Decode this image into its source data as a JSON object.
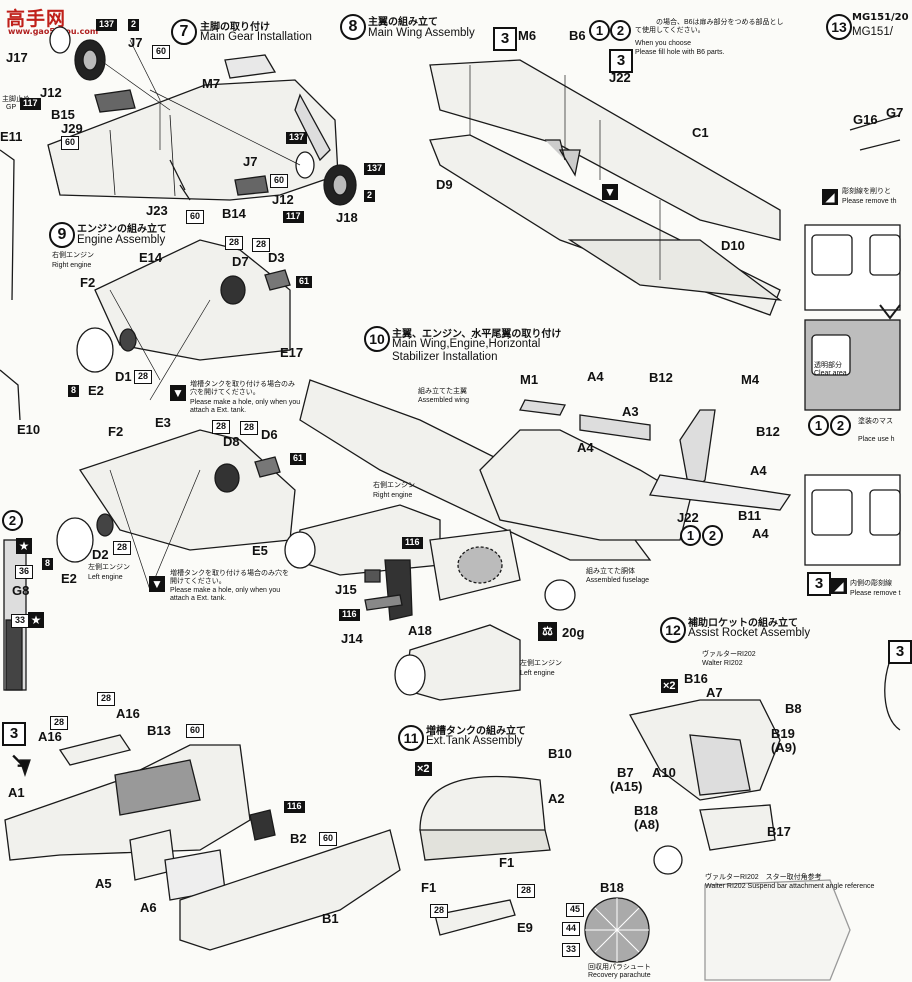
{
  "watermark": {
    "brand": "高手网",
    "site": "www.gao5shou.com"
  },
  "step7": {
    "num": "7",
    "jp": "主脚の取り付け",
    "en": "Main Gear Installation"
  },
  "step8": {
    "num": "8",
    "jp": "主翼の組み立て",
    "en": "Main Wing Assembly"
  },
  "step9": {
    "num": "9",
    "jp": "エンジンの組み立て",
    "en": "Engine Assembly"
  },
  "step10": {
    "num": "10",
    "jp": "主翼、エンジン、水平尾翼の取り付け",
    "en1": "Main Wing,Engine,Horizontal",
    "en2": "Stabilizer Installation"
  },
  "step11": {
    "num": "11",
    "jp": "増槽タンクの組み立て",
    "en": "Ext.Tank Assembly"
  },
  "step12": {
    "num": "12",
    "jp": "補助ロケットの組み立て",
    "en": "Assist Rocket Assembly"
  },
  "step13": {
    "num": "13",
    "jp": "MG151/20",
    "en": "MG151/"
  },
  "notes": {
    "fill_hole_jp": "　　　の場合、B6は扉み部分をつめる部品として使用してください。",
    "fill_hole_en1": "When you choose",
    "fill_hole_en2": "Please fill hole with B6 parts.",
    "tank_hole_jp": "増槽タンクを取り付ける場合のみ穴を開けてください。",
    "tank_hole_en1": "Please make a hole, only when you",
    "tank_hole_en2": "attach a Ext. tank.",
    "remove_en": "Please remove th",
    "clear_jp": "透明部分",
    "clear_en": "Clear area",
    "use_en": "Place use h",
    "inner_en": "Please remove t",
    "inner_jp": "内側の彫刻線",
    "paint_jp": "塗装のマス",
    "ad_jp": "彫刻線を削りと"
  },
  "labels": {
    "J17": "J17",
    "J12a": "J12",
    "J7a": "J7",
    "B15": "B15",
    "J29": "J29",
    "M7": "M7",
    "J7b": "J7",
    "J12b": "J12",
    "J23": "J23",
    "B14": "B14",
    "J18": "J18",
    "E11": "E11",
    "M6": "M6",
    "B6": "B6",
    "J22a": "J22",
    "C1": "C1",
    "D9": "D9",
    "D10": "D10",
    "F2a": "F2",
    "E14": "E14",
    "D7": "D7",
    "D3": "D3",
    "E17": "E17",
    "D1": "D1",
    "E2a": "E2",
    "F2b": "F2",
    "E3": "E3",
    "D8": "D8",
    "D6": "D6",
    "E5": "E5",
    "D2": "D2",
    "E2b": "E2",
    "E10": "E10",
    "G8": "G8",
    "M1": "M1",
    "A4a": "A4",
    "B12a": "B12",
    "M4": "M4",
    "A3": "A3",
    "A4b": "A4",
    "B12b": "B12",
    "A4c": "A4",
    "B11": "B11",
    "A4d": "A4",
    "J22b": "J22",
    "J15": "J15",
    "J14": "J14",
    "A18": "A18",
    "A16a": "A16",
    "A16b": "A16",
    "B13": "B13",
    "A1": "A1",
    "B2": "B2",
    "A5": "A5",
    "A6": "A6",
    "B1": "B1",
    "B10": "B10",
    "A2": "A2",
    "F1a": "F1",
    "F1b": "F1",
    "E9": "E9",
    "B18a": "B18",
    "B16": "B16",
    "A7": "A7",
    "B8": "B8",
    "B19": "B19",
    "A9": "(A9)",
    "B7": "B7",
    "A15": "(A15)",
    "A10": "A10",
    "B18b": "B18",
    "A8": "(A8)",
    "B17": "B17",
    "G16": "G16",
    "G7": "G7"
  },
  "small": {
    "right_engine_jp": "右側エンジン",
    "right_engine_en": "Right engine",
    "left_engine_jp": "左側エンジン",
    "left_engine_en": "Left engine",
    "assembled_wing_jp": "組み立てた主翼",
    "assembled_wing_en": "Assembled wing",
    "assembled_fuse_jp": "組み立てた胴体",
    "assembled_fuse_en": "Assembled fuselage",
    "right_engine2_jp": "右側エンジン",
    "right_engine2_en": "Right engine",
    "left_engine2_jp": "左側エンジン",
    "left_engine2_en": "Left engine",
    "walter_jp": "ヴァルターRI202",
    "walter_en": "Walter RI202",
    "parachute_jp": "回収用パラシュート",
    "parachute_en": "Recovery parachute",
    "susp_jp": "ヴァルターRI202　スター取付角参考",
    "susp_en": "Walter RI202  Suspend bar attachment angle reference",
    "weight": "20g",
    "gear_note_jp": "主脚止め",
    "gear_note_en": "GP"
  },
  "paint_codes": {
    "c137a": "137",
    "c2a": "2",
    "c60a": "60",
    "c117a": "117",
    "c60b": "60",
    "c137b": "137",
    "c137c": "137",
    "c2b": "2",
    "c60c": "60",
    "c60d": "60",
    "c117b": "117",
    "c28a": "28",
    "c28b": "28",
    "c61a": "61",
    "c8a": "8",
    "c28c": "28",
    "c28d": "28",
    "c28e": "28",
    "c61b": "61",
    "c8b": "8",
    "c28f": "28",
    "c116a": "116",
    "c116b": "116",
    "c28g": "28",
    "c28h": "28",
    "c60e": "60",
    "c116c": "116",
    "c60f": "60",
    "c28i": "28",
    "c28j": "28",
    "c45": "45",
    "c44": "44",
    "c33a": "33",
    "c33b": "33",
    "c36": "36"
  },
  "markers": {
    "n3a": "3",
    "n1": "1",
    "n2": "2",
    "n3b": "3",
    "n1b": "1",
    "n2b": "2",
    "x2a": "×2",
    "x2b": "×2",
    "n9": "9",
    "n3c": "3",
    "n2c": "2",
    "n3d": "3",
    "n1c": "1",
    "n2d": "2",
    "n3e": "3"
  }
}
